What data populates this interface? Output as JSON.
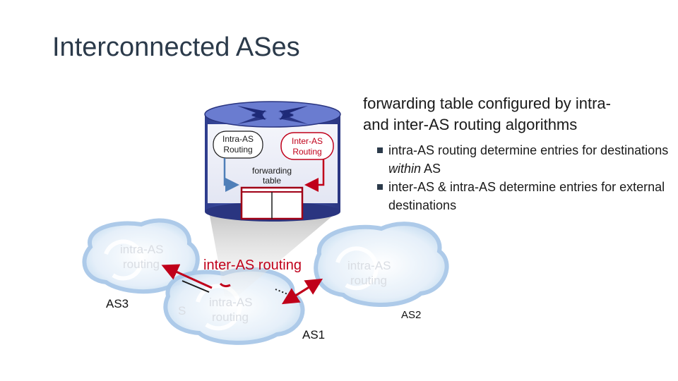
{
  "title": "Interconnected ASes",
  "description": {
    "heading_line1": "forwarding table  configured by intra-",
    "heading_line2": "and inter-AS routing algorithms",
    "bullets": [
      {
        "before": "intra-AS routing determine entries for destinations ",
        "em": "within",
        "after": " AS"
      },
      {
        "before": "inter-AS & intra-AS determine entries for external destinations",
        "em": "",
        "after": ""
      }
    ]
  },
  "router": {
    "intra_line1": "Intra-AS",
    "intra_line2": "Routing",
    "inter_line1": "Inter-AS",
    "inter_line2": "Routing",
    "fwd_line1": "forwarding",
    "fwd_line2": "table"
  },
  "diagram": {
    "inter_as_label": "inter-AS routing",
    "as3_label": "AS3",
    "as2_label": "AS2",
    "as1_label": "AS1",
    "faded_intra_prefix": "intra-AS",
    "faded_routing": "routing"
  },
  "colors": {
    "title": "#2b3a4a",
    "accent_red": "#c0001a",
    "router_blue": "#3b4fa8",
    "cloud": "#cfe3f5",
    "cloud_edge": "#9fc3e6",
    "callout": "#c8c8c8"
  }
}
